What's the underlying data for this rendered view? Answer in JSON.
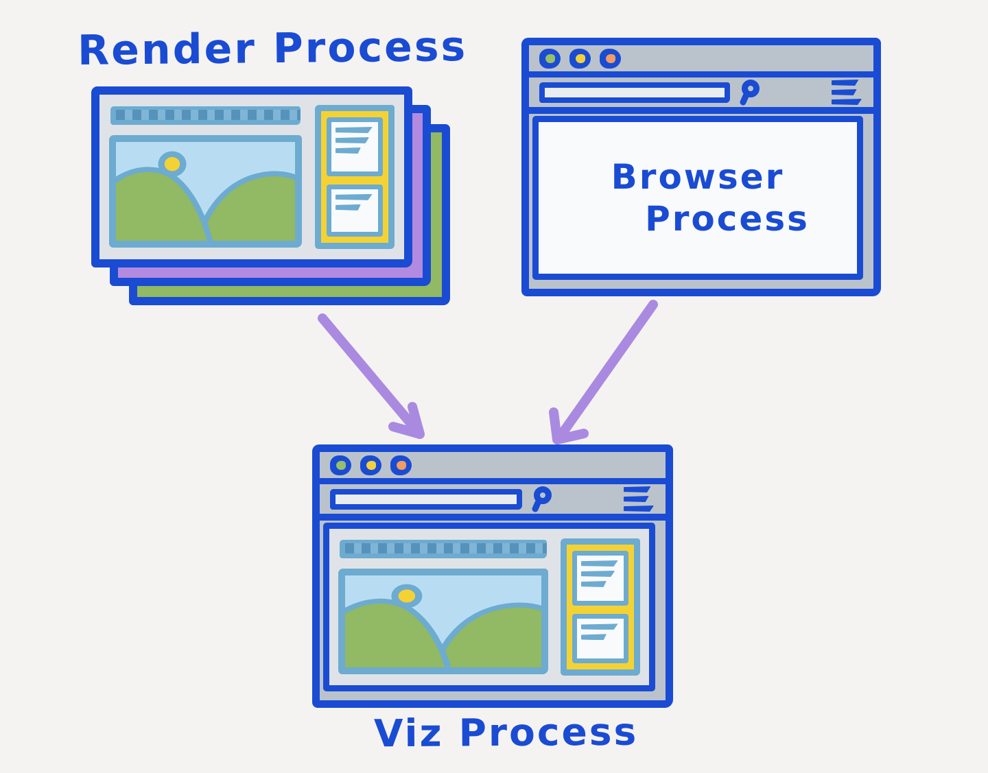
{
  "labels": {
    "render": "Render Process",
    "browser_line1": "Browser",
    "browser_line2": "Process",
    "viz": "Viz Process"
  },
  "render_stack": {
    "layers": [
      "webpage-card-front",
      "purple-card-middle",
      "green-card-back"
    ],
    "page_elements": [
      "heading-bar",
      "hero-image-sun-and-hills",
      "sidebar-with-two-text-cards"
    ]
  },
  "browser_window": {
    "traffic_lights": [
      "green",
      "yellow",
      "orange"
    ],
    "url_value": "",
    "icons": [
      "magnifier-icon",
      "hamburger-menu-icon",
      "window-control-dots"
    ]
  },
  "viz_window": {
    "traffic_lights": [
      "green",
      "yellow",
      "orange"
    ],
    "url_value": "",
    "icons": [
      "magnifier-icon",
      "hamburger-menu-icon",
      "window-control-dots"
    ],
    "page_elements": [
      "heading-bar",
      "hero-image-sun-and-hills",
      "sidebar-with-two-text-cards"
    ]
  },
  "arrows": [
    {
      "name": "render-to-viz",
      "from": "render-process-stack",
      "to": "viz-window",
      "color": "#a98ae0"
    },
    {
      "name": "browser-to-viz",
      "from": "browser-process-window",
      "to": "viz-window",
      "color": "#a98ae0"
    }
  ],
  "palette": {
    "ink": "#1a4bd3",
    "steel": "#6dabd0",
    "sky": "#b8ddf2",
    "grass": "#92b963",
    "sun": "#f5d233",
    "purple": "#b28be0",
    "arrow": "#a98ae0",
    "chrome": "#bac3cc",
    "pagebg": "#dfe3e7",
    "paper": "#f8fafb",
    "urlfill": "#e9edf0",
    "bg": "#f4f3f1",
    "dotgreen": "#98bd6b",
    "dotyellow": "#f2d03d",
    "dotorange": "#f09c62"
  }
}
